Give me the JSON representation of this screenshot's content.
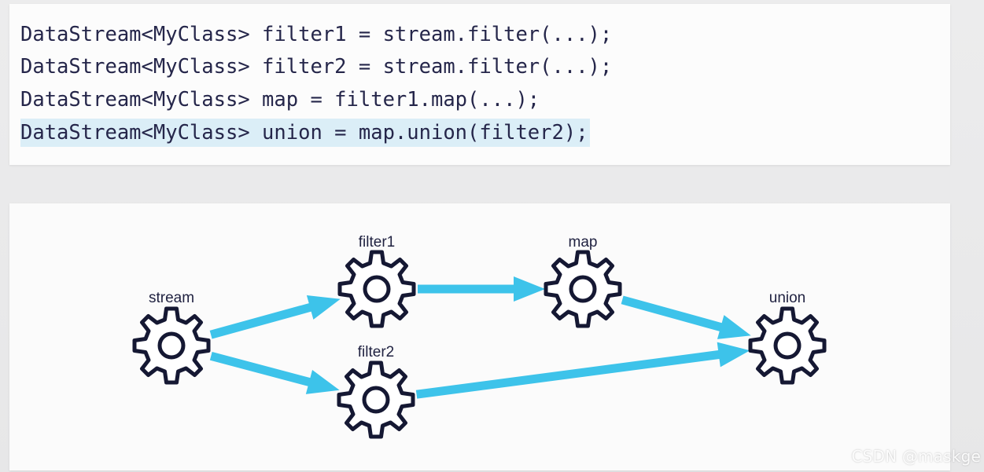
{
  "code": {
    "lines": [
      "DataStream<MyClass> filter1 = stream.filter(...);",
      "DataStream<MyClass> filter2 = stream.filter(...);",
      "DataStream<MyClass> map = filter1.map(...);",
      "DataStream<MyClass> union = map.union(filter2);"
    ],
    "highlighted_line_index": 3
  },
  "diagram": {
    "nodes": [
      {
        "id": "stream",
        "label": "stream",
        "icon": "gear-icon"
      },
      {
        "id": "filter1",
        "label": "filter1",
        "icon": "gear-icon"
      },
      {
        "id": "filter2",
        "label": "filter2",
        "icon": "gear-icon"
      },
      {
        "id": "map",
        "label": "map",
        "icon": "gear-icon"
      },
      {
        "id": "union",
        "label": "union",
        "icon": "gear-icon"
      }
    ],
    "edges": [
      {
        "from": "stream",
        "to": "filter1"
      },
      {
        "from": "stream",
        "to": "filter2"
      },
      {
        "from": "filter1",
        "to": "map"
      },
      {
        "from": "map",
        "to": "union"
      },
      {
        "from": "filter2",
        "to": "union"
      }
    ],
    "colors": {
      "arrow": "#3dc3ea",
      "gear_stroke": "#151833"
    }
  },
  "watermark": "CSDN @maskge"
}
